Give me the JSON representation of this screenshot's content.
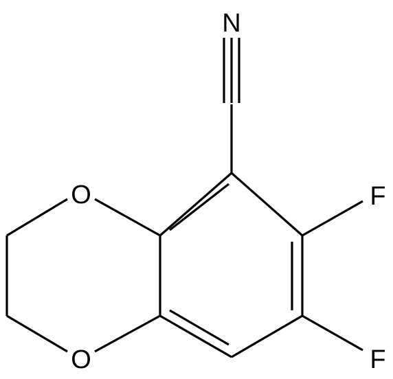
{
  "diagram": {
    "type": "chemical-structure",
    "bond_color": "#000000",
    "background": "#ffffff",
    "atoms": {
      "nitrile_n": "N",
      "fluorine_upper": "F",
      "fluorine_lower": "F",
      "oxygen_upper": "O",
      "oxygen_lower": "O"
    }
  }
}
